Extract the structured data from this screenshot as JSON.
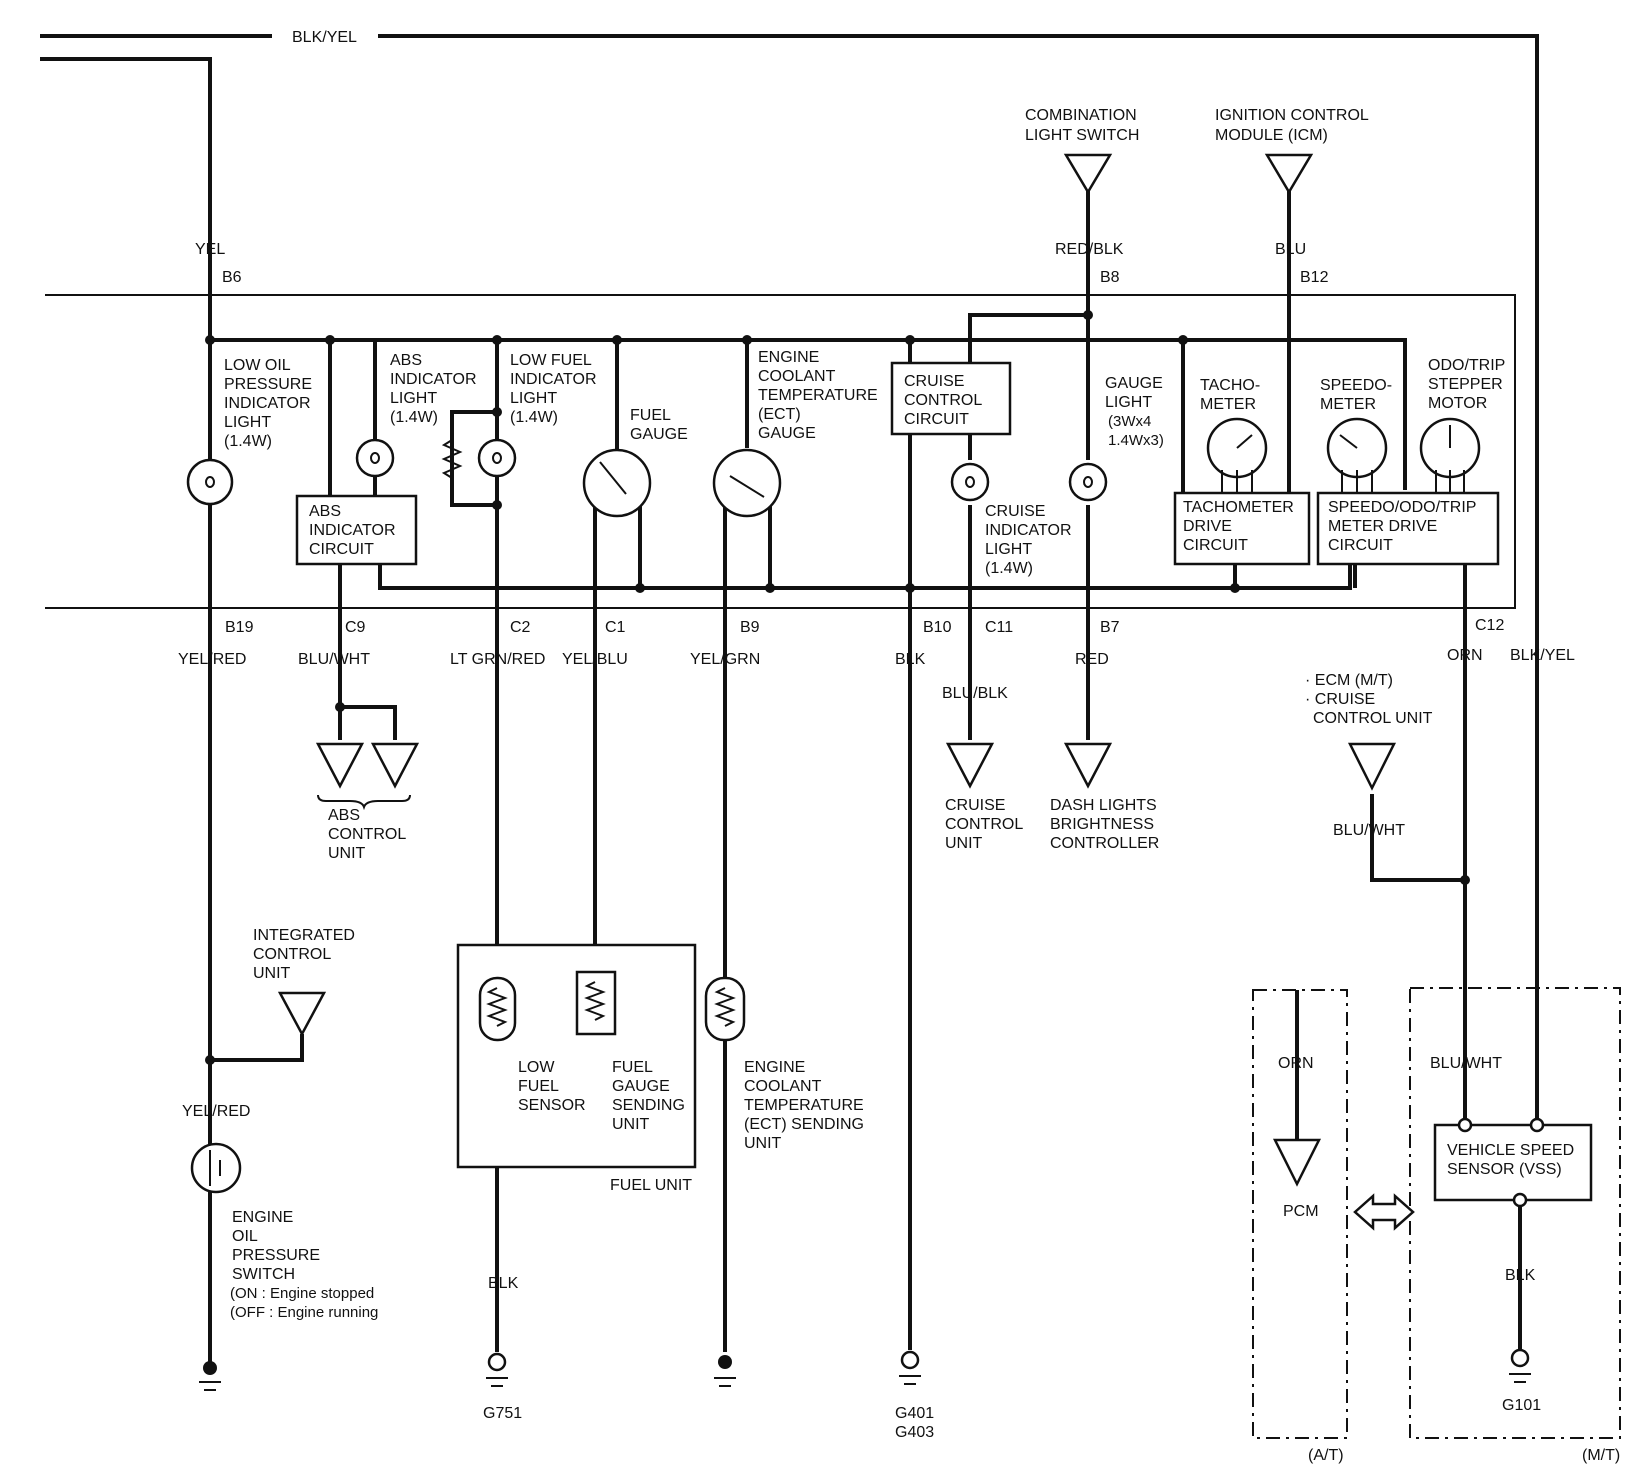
{
  "wires": {
    "top_blk_yel": "BLK/YEL",
    "yel": "YEL",
    "red_blk": "RED/BLK",
    "blu_icm": "BLU",
    "yel_red": "YEL/RED",
    "blu_wht_abs": "BLU/WHT",
    "lt_grn_red": "LT GRN/RED",
    "yel_blu": "YEL/BLU",
    "yel_grn": "YEL/GRN",
    "blk_b10": "BLK",
    "blu_blk": "BLU/BLK",
    "red_b7": "RED",
    "orn_c12": "ORN",
    "blk_yel_right": "BLK/YEL",
    "blu_wht_ecm": "BLU/WHT",
    "yel_red_lower": "YEL/RED",
    "blk_g751": "BLK",
    "orn_at": "ORN",
    "blu_wht_mt": "BLU/WHT",
    "blk_vss": "BLK"
  },
  "connectors": {
    "b6": "B6",
    "b8": "B8",
    "b12": "B12",
    "b19": "B19",
    "c9": "C9",
    "c2": "C2",
    "c1": "C1",
    "b9": "B9",
    "b10": "B10",
    "c11": "C11",
    "b7": "B7",
    "c12": "C12"
  },
  "external": {
    "combination_switch": [
      "COMBINATION",
      "LIGHT SWITCH"
    ],
    "icm": [
      "IGNITION CONTROL",
      "MODULE (ICM)"
    ],
    "abs_control_unit": [
      "ABS",
      "CONTROL",
      "UNIT"
    ],
    "cruise_control_unit": [
      "CRUISE",
      "CONTROL",
      "UNIT"
    ],
    "dash_lights": [
      "DASH LIGHTS",
      "BRIGHTNESS",
      "CONTROLLER"
    ],
    "ecm": [
      "· ECM (M/T)",
      "· CRUISE",
      "CONTROL UNIT"
    ],
    "integrated_control_unit": [
      "INTEGRATED",
      "CONTROL",
      "UNIT"
    ],
    "pcm": "PCM"
  },
  "components": {
    "low_oil_light": [
      "LOW OIL",
      "PRESSURE",
      "INDICATOR",
      "LIGHT",
      "(1.4W)"
    ],
    "abs_light": [
      "ABS",
      "INDICATOR",
      "LIGHT",
      "(1.4W)"
    ],
    "low_fuel_light": [
      "LOW FUEL",
      "INDICATOR",
      "LIGHT",
      "(1.4W)"
    ],
    "fuel_gauge": [
      "FUEL",
      "GAUGE"
    ],
    "ect_gauge": [
      "ENGINE",
      "COOLANT",
      "TEMPERATURE",
      "(ECT)",
      "GAUGE"
    ],
    "cruise_control_circuit": [
      "CRUISE",
      "CONTROL",
      "CIRCUIT"
    ],
    "gauge_light": [
      "GAUGE",
      "LIGHT",
      "(3Wx4",
      "1.4Wx3)"
    ],
    "tachometer": [
      "TACHO-",
      "METER"
    ],
    "speedometer": [
      "SPEEDO-",
      "METER"
    ],
    "odo_stepper": [
      "ODO/TRIP",
      "STEPPER",
      "MOTOR"
    ],
    "abs_circuit": [
      "ABS",
      "INDICATOR",
      "CIRCUIT"
    ],
    "cruise_indicator": [
      "CRUISE",
      "INDICATOR",
      "LIGHT",
      "(1.4W)"
    ],
    "tach_drive": [
      "TACHOMETER",
      "DRIVE",
      "CIRCUIT"
    ],
    "speedo_drive": [
      "SPEEDO/ODO/TRIP",
      "METER DRIVE",
      "CIRCUIT"
    ],
    "low_fuel_sensor": [
      "LOW",
      "FUEL",
      "SENSOR"
    ],
    "fuel_sending": [
      "FUEL",
      "GAUGE",
      "SENDING",
      "UNIT"
    ],
    "fuel_unit": "FUEL UNIT",
    "ect_sending": [
      "ENGINE",
      "COOLANT",
      "TEMPERATURE",
      "(ECT) SENDING",
      "UNIT"
    ],
    "oil_switch": [
      "ENGINE",
      "OIL",
      "PRESSURE",
      "SWITCH",
      "(ON   : Engine stopped",
      "(OFF : Engine running"
    ],
    "vss": [
      "VEHICLE SPEED",
      "SENSOR (VSS)"
    ]
  },
  "grounds": {
    "g751": "G751",
    "g401": "G401",
    "g403": "G403",
    "g101": "G101"
  },
  "variants": {
    "at": "(A/T)",
    "mt": "(M/T)"
  }
}
